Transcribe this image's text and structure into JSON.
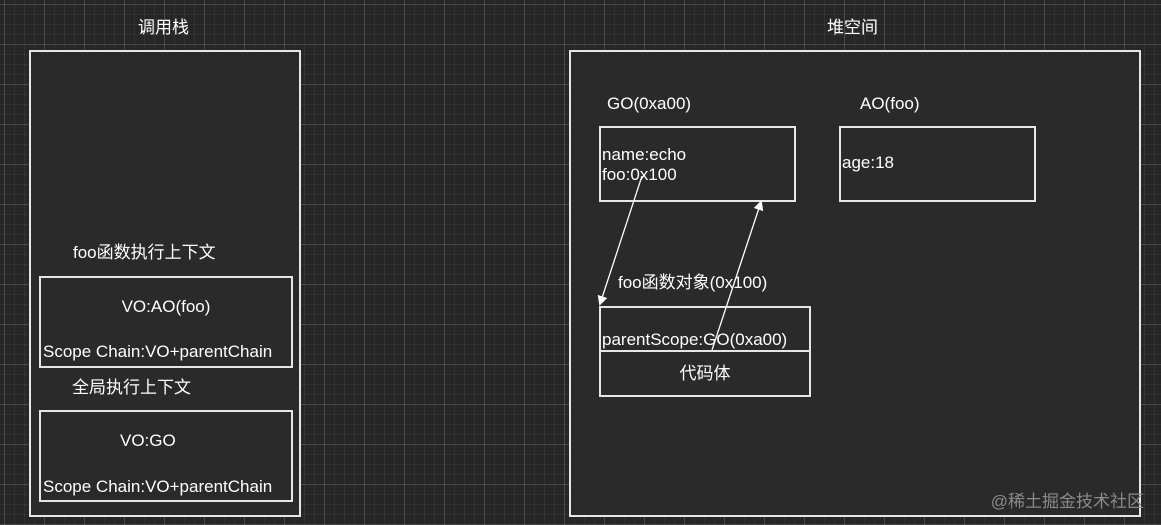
{
  "call_stack": {
    "title": "调用栈",
    "foo_context": {
      "label": "foo函数执行上下文",
      "vo": "VO:AO(foo)",
      "scope": "Scope Chain:VO+parentChain"
    },
    "global_context": {
      "label": "全局执行上下文",
      "vo": "VO:GO",
      "scope": "Scope Chain:VO+parentChain"
    }
  },
  "heap": {
    "title": "堆空间",
    "go": {
      "label": "GO(0xa00)",
      "lines": [
        "name:echo",
        "foo:0x100"
      ]
    },
    "ao": {
      "label": "AO(foo)",
      "lines": [
        "age:18"
      ]
    },
    "foo_object": {
      "label": "foo函数对象(0x100)",
      "parent_scope": "parentScope:GO(0xa00)",
      "code": "代码体"
    }
  },
  "watermark": "@稀土掘金技术社区",
  "colors": {
    "background": "#262626",
    "stroke": "#e6e6e6",
    "text": "#ffffff"
  }
}
